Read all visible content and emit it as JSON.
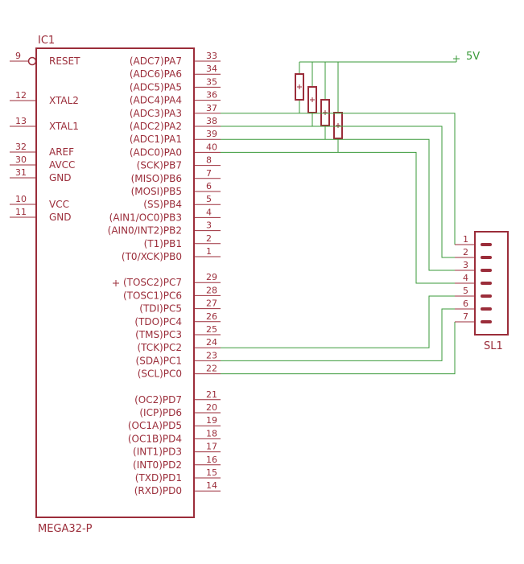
{
  "colors": {
    "part": "#9b2d3a",
    "pin": "#9b2d3a",
    "wire": "#3a9a3a",
    "text": "#9b2d3a",
    "background": "#ffffff"
  },
  "ic": {
    "ref": "IC1",
    "value": "MEGA32-P",
    "left_pins": [
      {
        "num": "9",
        "label": "RESET"
      },
      {
        "num": "12",
        "label": "XTAL2"
      },
      {
        "num": "13",
        "label": "XTAL1"
      },
      {
        "num": "32",
        "label": "AREF"
      },
      {
        "num": "30",
        "label": "AVCC"
      },
      {
        "num": "31",
        "label": "GND"
      },
      {
        "num": "10",
        "label": "VCC"
      },
      {
        "num": "11",
        "label": "GND"
      }
    ],
    "right_pins": [
      {
        "num": "33",
        "label": "(ADC7)PA7"
      },
      {
        "num": "34",
        "label": "(ADC6)PA6"
      },
      {
        "num": "35",
        "label": "(ADC5)PA5"
      },
      {
        "num": "36",
        "label": "(ADC4)PA4"
      },
      {
        "num": "37",
        "label": "(ADC3)PA3"
      },
      {
        "num": "38",
        "label": "(ADC2)PA2"
      },
      {
        "num": "39",
        "label": "(ADC1)PA1"
      },
      {
        "num": "40",
        "label": "(ADC0)PA0"
      },
      {
        "num": "8",
        "label": "(SCK)PB7"
      },
      {
        "num": "7",
        "label": "(MISO)PB6"
      },
      {
        "num": "6",
        "label": "(MOSI)PB5"
      },
      {
        "num": "5",
        "label": "(SS)PB4"
      },
      {
        "num": "4",
        "label": "(AIN1/OC0)PB3"
      },
      {
        "num": "3",
        "label": "(AIN0/INT2)PB2"
      },
      {
        "num": "2",
        "label": "(T1)PB1"
      },
      {
        "num": "1",
        "label": "(T0/XCK)PB0"
      },
      {
        "num": "29",
        "label": "(TOSC2)PC7"
      },
      {
        "num": "28",
        "label": "(TOSC1)PC6"
      },
      {
        "num": "27",
        "label": "(TDI)PC5"
      },
      {
        "num": "26",
        "label": "(TDO)PC4"
      },
      {
        "num": "25",
        "label": "(TMS)PC3"
      },
      {
        "num": "24",
        "label": "(TCK)PC2"
      },
      {
        "num": "23",
        "label": "(SDA)PC1"
      },
      {
        "num": "22",
        "label": "(SCL)PC0"
      },
      {
        "num": "21",
        "label": "(OC2)PD7"
      },
      {
        "num": "20",
        "label": "(ICP)PD6"
      },
      {
        "num": "19",
        "label": "(OC1A)PD5"
      },
      {
        "num": "18",
        "label": "(OC1B)PD4"
      },
      {
        "num": "17",
        "label": "(INT1)PD3"
      },
      {
        "num": "16",
        "label": "(INT0)PD2"
      },
      {
        "num": "15",
        "label": "(TXD)PD1"
      },
      {
        "num": "14",
        "label": "(RXD)PD0"
      }
    ]
  },
  "supply": {
    "label": "5V"
  },
  "connector": {
    "ref": "SL1",
    "pins": [
      "1",
      "2",
      "3",
      "4",
      "5",
      "6",
      "7"
    ]
  }
}
